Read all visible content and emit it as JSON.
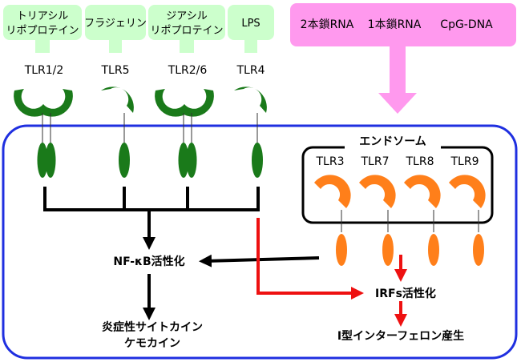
{
  "ligands": {
    "triacyl_line1": "トリアシル",
    "triacyl_line2": "リポプロテイン",
    "flagellin": "フラジェリン",
    "diacyl_line1": "ジアシル",
    "diacyl_line2": "リポプロテイン",
    "lps": "LPS",
    "nucleic_acids": {
      "dsrna": "2本鎖RNA",
      "ssrna": "1本鎖RNA",
      "cpg": "CpG-DNA"
    }
  },
  "receptors": {
    "tlr1_2": "TLR1/2",
    "tlr5": "TLR5",
    "tlr2_6": "TLR2/6",
    "tlr4": "TLR4",
    "tlr3": "TLR3",
    "tlr7": "TLR7",
    "tlr8": "TLR8",
    "tlr9": "TLR9"
  },
  "endosome_label": "エンドソーム",
  "outputs": {
    "nfkb": "NF-κB活性化",
    "cytokines_line1": "炎症性サイトカイン",
    "cytokines_line2": "ケモカイン",
    "irfs": "IRFs活性化",
    "ifn": "I型インターフェロン産生"
  },
  "colors": {
    "ligand_box": "#ccffcc",
    "nucleic_box": "#ff99ee",
    "receptor_green": "#1a7a1a",
    "receptor_orange": "#ff7f1a",
    "cell_border": "#1f2fe0",
    "red_arrow": "#ee1111"
  }
}
